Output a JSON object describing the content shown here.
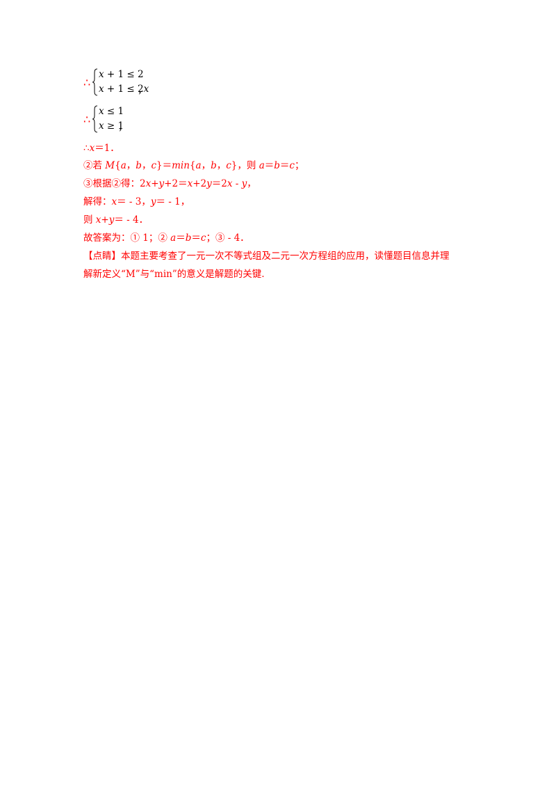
{
  "system1": {
    "therefore": "∴",
    "row1": [
      "x",
      " + 1 ≤ 2"
    ],
    "row2": [
      "x",
      " + 1 ≤ 2",
      "x"
    ],
    "comma": "，"
  },
  "system2": {
    "therefore": "∴",
    "row1": [
      "x",
      " ≤ 1"
    ],
    "row2": [
      "x",
      " ≥ 1"
    ],
    "comma": "，"
  },
  "lines": {
    "l1": {
      "a": "∴",
      "b": "x",
      "c": "＝1．"
    },
    "l2": {
      "a": "②若 ",
      "b": "M",
      "c": "{",
      "d": "a",
      "e": "，",
      "f": "b",
      "g": "，",
      "h": "c",
      "i": "}＝",
      "j": "min",
      "k": "{",
      "l": "a",
      "m": "，",
      "n": "b",
      "o": "，",
      "p": "c",
      "q": "}，则 ",
      "r": "a",
      "s": "＝",
      "t": "b",
      "u": "＝",
      "v": "c",
      "w": "；"
    },
    "l3": {
      "a": "③根据②得：2",
      "b": "x",
      "c": "+",
      "d": "y",
      "e": "+2＝",
      "f": "x",
      "g": "+2",
      "h": "y",
      "i": "＝2",
      "j": "x",
      "k": " - ",
      "l": "y",
      "m": "，"
    },
    "l4": {
      "a": "解得：",
      "b": "x",
      "c": "＝ - 3，",
      "d": "y",
      "e": "＝ - 1，"
    },
    "l5": {
      "a": "则 ",
      "b": "x",
      "c": "+",
      "d": "y",
      "e": "＝ - 4．"
    },
    "l6": {
      "a": "故答案为：① 1；② ",
      "b": "a",
      "c": "＝",
      "d": "b",
      "e": "＝",
      "f": "c",
      "g": "；③ - 4．"
    },
    "l7": "【点睛】本题主要考查了一元一次不等式组及二元一次方程组的应用，读懂题目信息并理",
    "l8": "解新定义“M”与“min”的意义是解题的关键."
  }
}
